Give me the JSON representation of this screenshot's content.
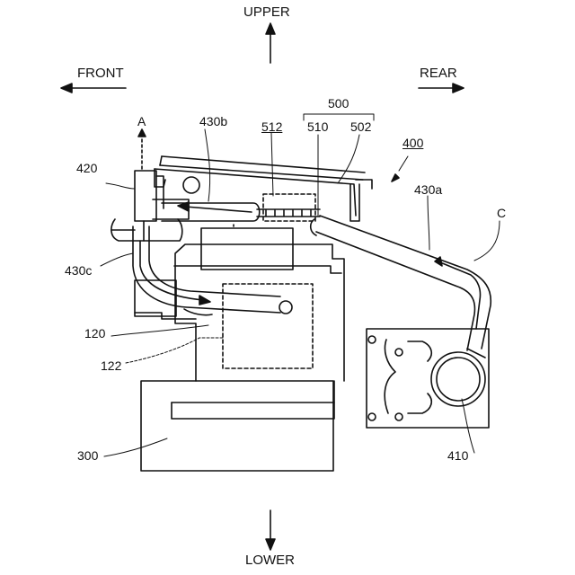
{
  "directions": {
    "upper": "UPPER",
    "lower": "LOWER",
    "front": "FRONT",
    "rear": "REAR"
  },
  "labels": {
    "a": "A",
    "c": "C",
    "l420": "420",
    "l430b": "430b",
    "l430a": "430a",
    "l430c": "430c",
    "l500": "500",
    "l510": "510",
    "l502": "502",
    "l512": "512",
    "l400": "400",
    "l120": "120",
    "l122": "122",
    "l300": "300",
    "l410": "410"
  },
  "colors": {
    "line": "#111111",
    "background": "#ffffff"
  }
}
